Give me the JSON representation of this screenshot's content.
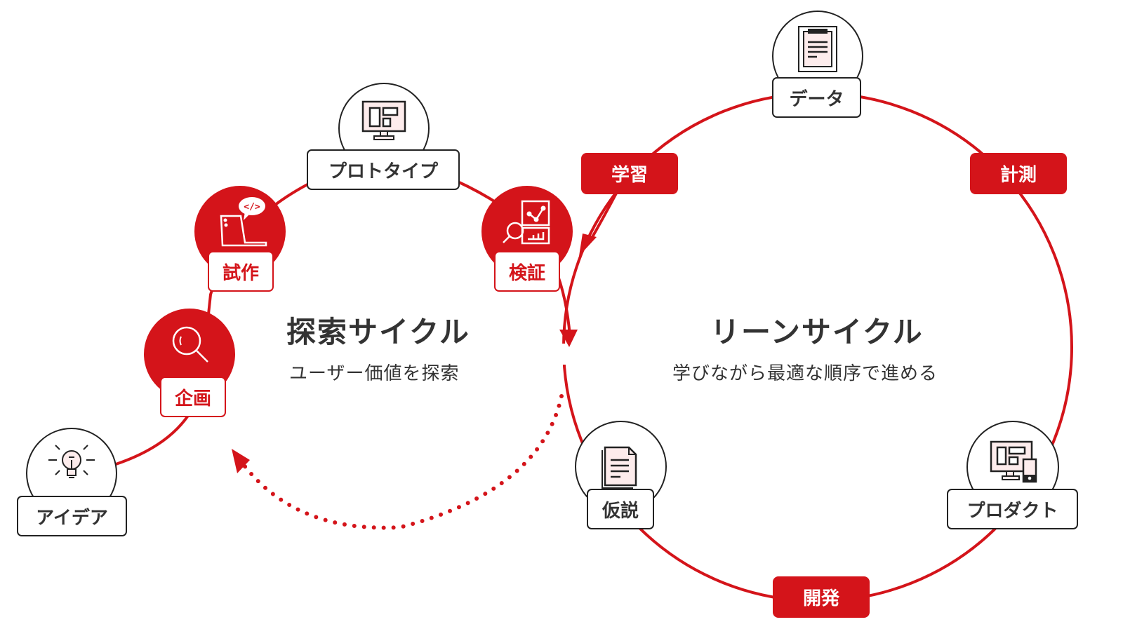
{
  "colors": {
    "accent": "#d4141a",
    "text": "#333333",
    "outline": "#222222",
    "icon_fill": "#fdecec"
  },
  "explore_cycle": {
    "title": "探索サイクル",
    "subtitle": "ユーザー価値を探索",
    "nodes": [
      {
        "label": "アイデア",
        "icon": "lightbulb-icon",
        "style": "white"
      },
      {
        "label": "企画",
        "icon": "magnifier-icon",
        "style": "red"
      },
      {
        "label": "試作",
        "icon": "laptop-code-icon",
        "style": "red"
      },
      {
        "label": "プロトタイプ",
        "icon": "monitor-layout-icon",
        "style": "white"
      },
      {
        "label": "検証",
        "icon": "analytics-icon",
        "style": "red"
      }
    ]
  },
  "lean_cycle": {
    "title": "リーンサイクル",
    "subtitle": "学びながら最適な順序で進める",
    "nodes": [
      {
        "label": "データ",
        "icon": "clipboard-icon",
        "style": "white"
      },
      {
        "label": "プロダクト",
        "icon": "devices-icon",
        "style": "white"
      },
      {
        "label": "仮説",
        "icon": "document-icon",
        "style": "white"
      }
    ],
    "steps": [
      {
        "label": "学習"
      },
      {
        "label": "計測"
      },
      {
        "label": "開発"
      }
    ]
  }
}
